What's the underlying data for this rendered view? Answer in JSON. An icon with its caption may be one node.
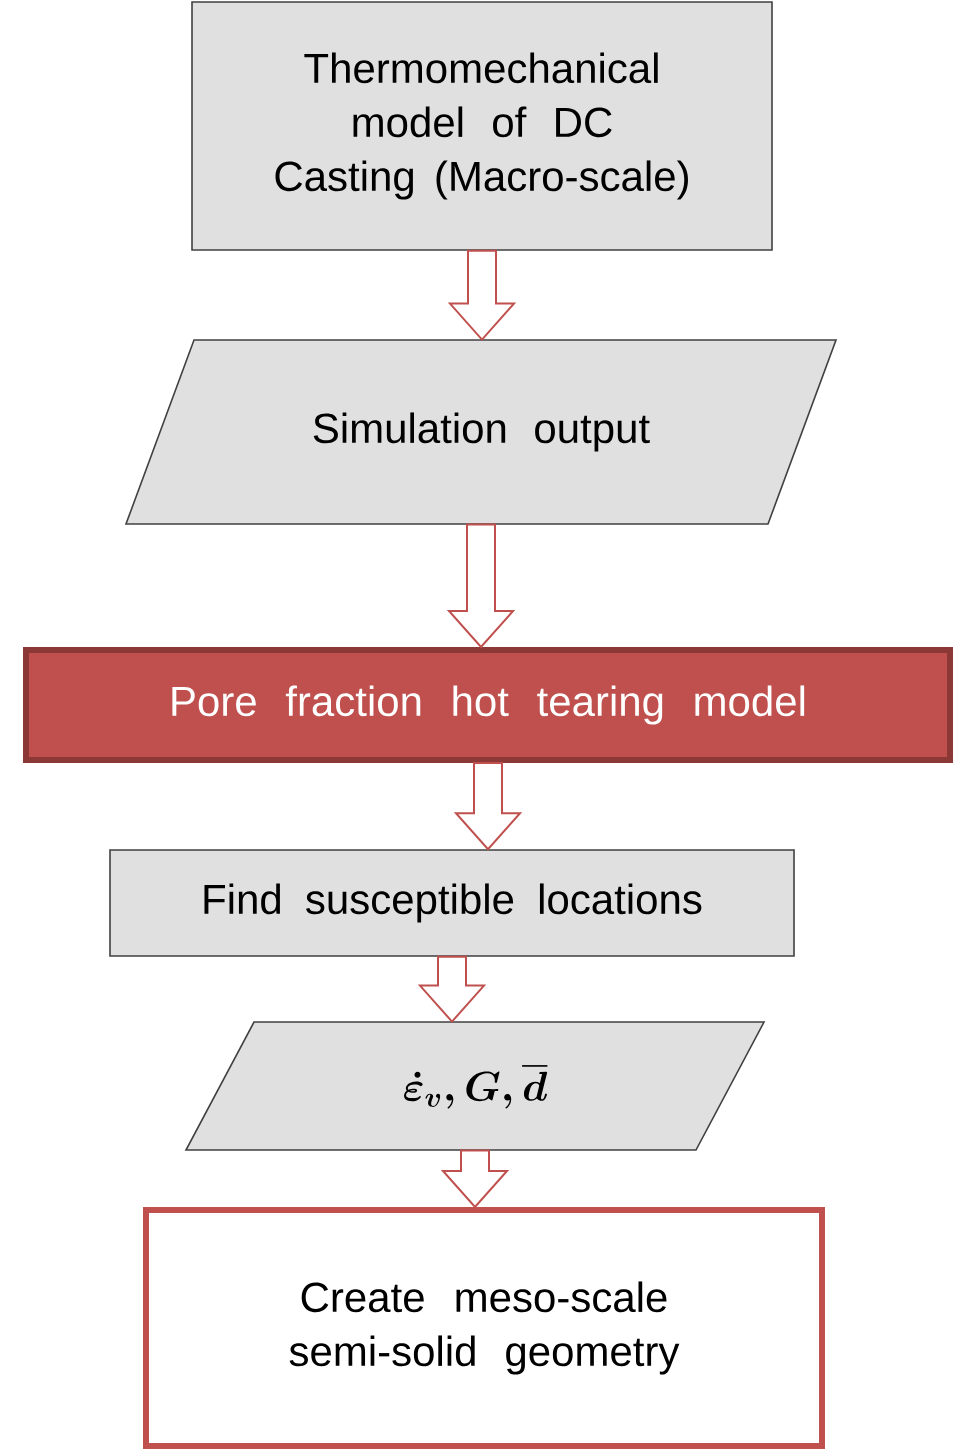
{
  "diagram": {
    "nodes": [
      {
        "text": [
          "Thermomechanical model of DC Casting (Macro-scale)"
        ]
      },
      {
        "text": [
          "Simulation output"
        ]
      },
      {
        "text": [
          "Pore fraction hot tearing model"
        ]
      },
      {
        "text": [
          "Find susceptible locations"
        ]
      },
      {
        "text": [
          "\\boldsymbol{\\dot{\\varepsilon}_{v}, G, \\overline{d}}"
        ]
      },
      {
        "text": [
          "Create meso-scale semi-solid geometry"
        ]
      }
    ],
    "edges": [
      {
        "from": 0,
        "to": 1,
        "arrow": "to"
      },
      {
        "from": 1,
        "to": 2,
        "arrow": "to"
      },
      {
        "from": 2,
        "to": 3,
        "arrow": "to"
      },
      {
        "from": 3,
        "to": 4,
        "arrow": "to"
      },
      {
        "from": 4,
        "to": 5,
        "arrow": "to"
      }
    ]
  }
}
